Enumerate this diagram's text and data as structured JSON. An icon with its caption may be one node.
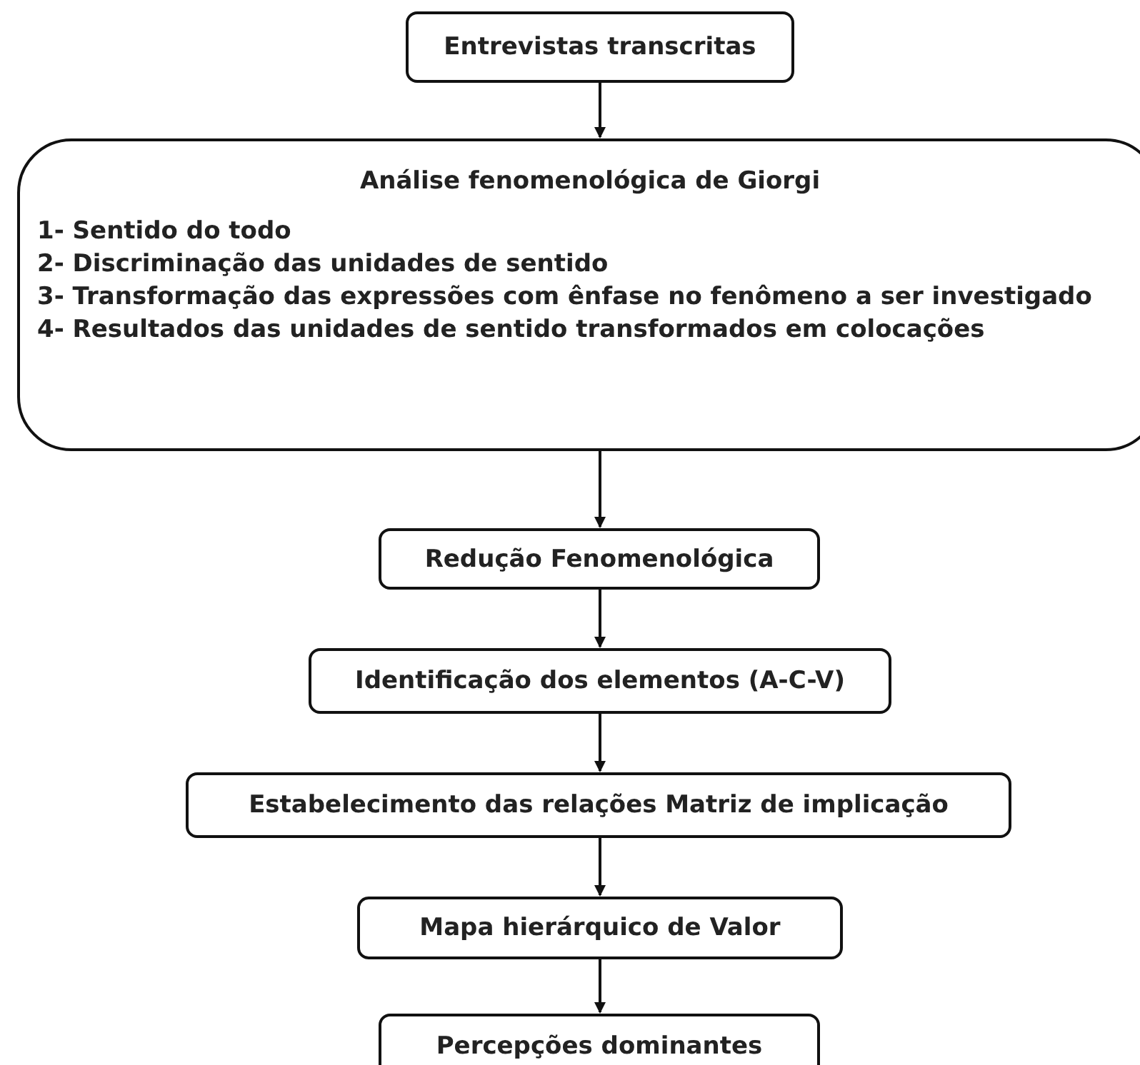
{
  "diagram": {
    "nodes": [
      {
        "text": [
          "Entrevistas transcritas"
        ]
      },
      {
        "text": [
          "Análise fenomenológica de Giorgi",
          "1- Sentido do todo",
          "2- Discriminação das unidades de sentido",
          "3- Transformação das expressões com ênfase no fenômeno a ser investigado",
          "4- Resultados das unidades de sentido transformados em colocações"
        ]
      },
      {
        "text": [
          "Redução Fenomenológica"
        ]
      },
      {
        "text": [
          "Identificação dos elementos (A-C-V)"
        ]
      },
      {
        "text": [
          "Estabelecimento das relações Matriz de implicação"
        ]
      },
      {
        "text": [
          "Mapa hierárquico de Valor"
        ]
      },
      {
        "text": [
          "Percepções dominantes"
        ]
      }
    ],
    "edges": [
      {
        "from": 0,
        "to": 1,
        "arrow": "to"
      },
      {
        "from": 1,
        "to": 2,
        "arrow": "to"
      },
      {
        "from": 2,
        "to": 3,
        "arrow": "to"
      },
      {
        "from": 3,
        "to": 4,
        "arrow": "to"
      },
      {
        "from": 4,
        "to": 5,
        "arrow": "to"
      },
      {
        "from": 5,
        "to": 6,
        "arrow": "to"
      }
    ]
  }
}
